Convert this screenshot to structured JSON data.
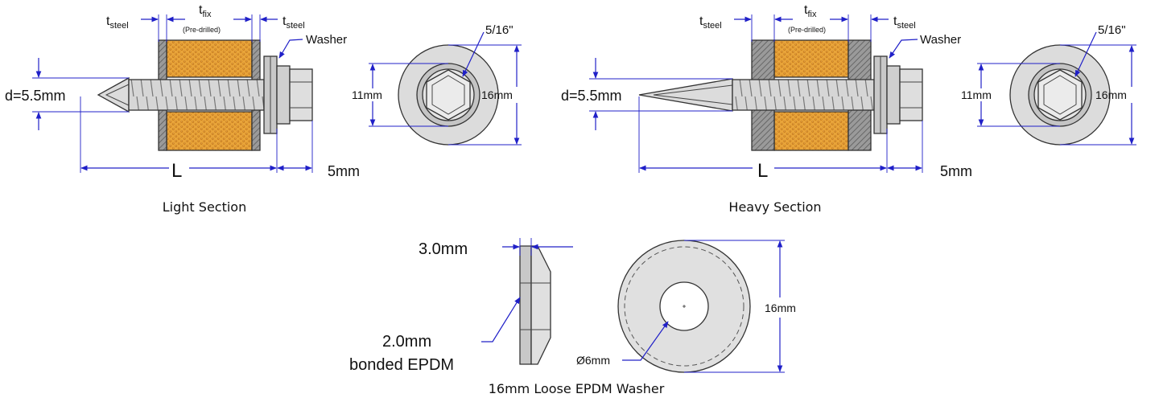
{
  "colors": {
    "dimension": "#2020c8",
    "insulation": "#e8a43a",
    "steel": "#888888",
    "screw": "#d9d9d9",
    "washer": "#c8c8c8"
  },
  "light": {
    "t_steel_left": "t",
    "t_steel_left_sub": "steel",
    "t_fix": "t",
    "t_fix_sub": "fix",
    "pre_drilled": "(Pre-drilled)",
    "t_steel_right": "t",
    "t_steel_right_sub": "steel",
    "washer": "Washer",
    "diameter": "d=5.5mm",
    "length": "L",
    "head_height": "5mm",
    "hex_size": "5/16\"",
    "washer_inner": "11mm",
    "washer_outer": "16mm",
    "caption": "Light Section"
  },
  "heavy": {
    "t_steel_left": "t",
    "t_steel_left_sub": "steel",
    "t_fix": "t",
    "t_fix_sub": "fix",
    "pre_drilled": "(Pre-drilled)",
    "t_steel_right": "t",
    "t_steel_right_sub": "steel",
    "washer": "Washer",
    "diameter": "d=5.5mm",
    "length": "L",
    "head_height": "5mm",
    "hex_size": "5/16\"",
    "washer_inner": "11mm",
    "washer_outer": "16mm",
    "caption": "Heavy Section"
  },
  "loose": {
    "thickness": "3.0mm",
    "epdm_line1": "2.0mm",
    "epdm_line2": "bonded EPDM",
    "hole": "Ø6mm",
    "outer": "16mm",
    "caption": "16mm Loose EPDM Washer"
  }
}
